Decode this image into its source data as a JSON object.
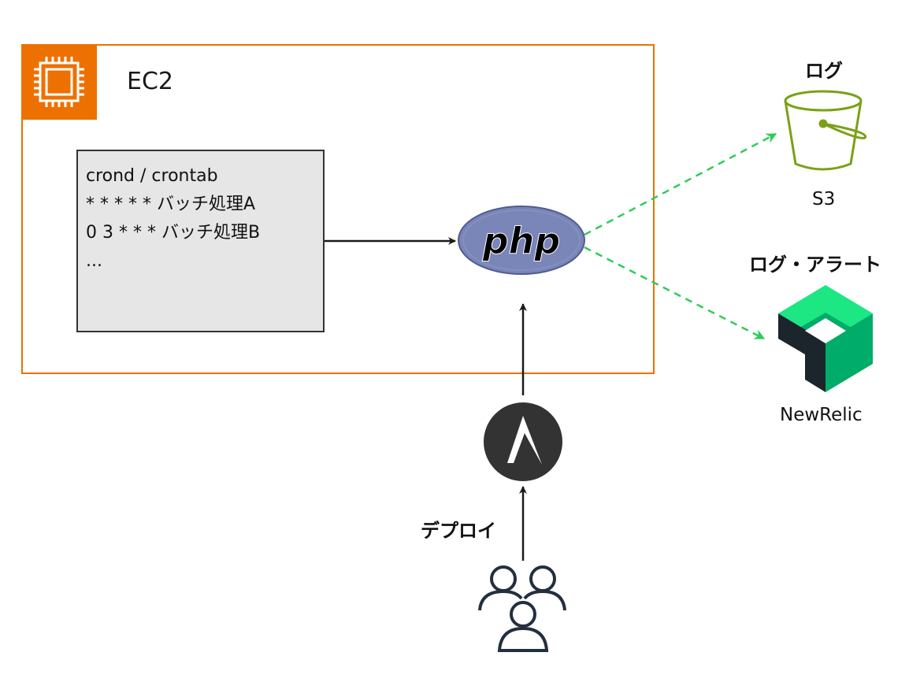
{
  "ec2": {
    "title": "EC2",
    "accent_color": "#ED7100",
    "icon": "ec2-instance-chip-icon"
  },
  "cron": {
    "header": "crond / crontab",
    "lines": [
      "",
      "* * * * * バッチ処理A",
      "0 3 * * * バッチ処理B",
      "..."
    ]
  },
  "php": {
    "label": "php",
    "icon": "php-logo-icon"
  },
  "s3": {
    "caption_top": "ログ",
    "caption_bottom": "S3",
    "icon": "s3-bucket-icon",
    "color": "#7AA116"
  },
  "newrelic": {
    "caption_top": "ログ・アラート",
    "caption_bottom": "NewRelic",
    "icon": "newrelic-logo-icon"
  },
  "ansible": {
    "icon": "ansible-logo-icon"
  },
  "deploy": {
    "label": "デプロイ"
  },
  "users": {
    "icon": "users-group-icon"
  },
  "edge_color": "#2ECC5A"
}
